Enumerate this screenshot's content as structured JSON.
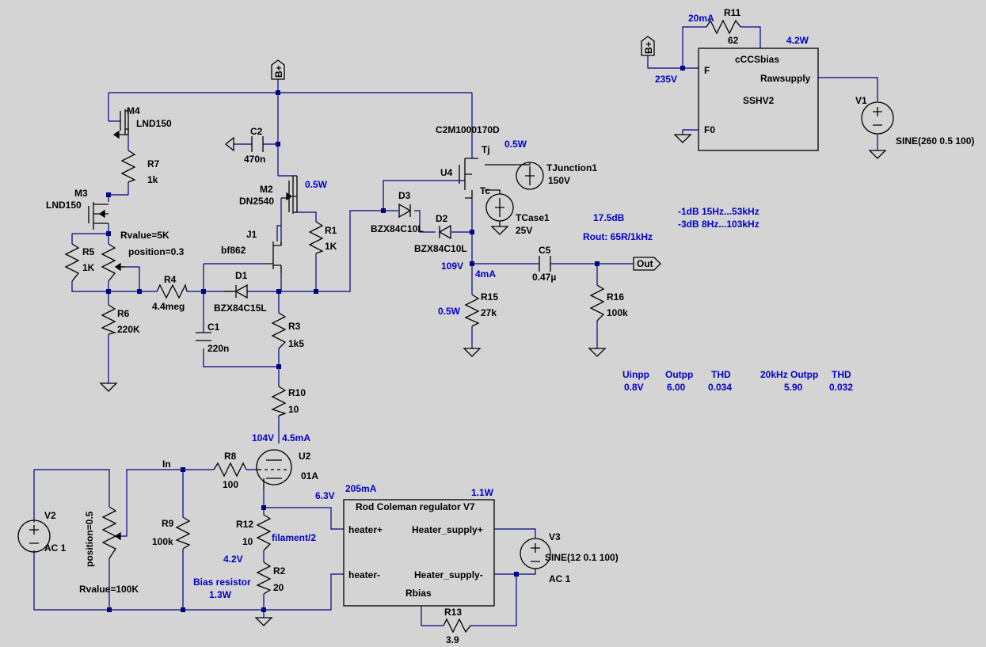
{
  "components": {
    "M4": {
      "ref": "M4",
      "val": "LND150"
    },
    "M3": {
      "ref": "M3",
      "val": "LND150"
    },
    "M2": {
      "ref": "M2",
      "val": "DN2540",
      "power": "0.5W"
    },
    "J1": {
      "ref": "J1",
      "val": "bf862"
    },
    "R7": {
      "ref": "R7",
      "val": "1k"
    },
    "R5": {
      "ref": "R5",
      "val": "1K"
    },
    "R6": {
      "ref": "R6",
      "val": "220K"
    },
    "R4": {
      "ref": "R4",
      "val": "4.4meg"
    },
    "R1": {
      "ref": "R1",
      "val": "1K"
    },
    "R3": {
      "ref": "R3",
      "val": "1k5"
    },
    "R10": {
      "ref": "R10",
      "val": "10"
    },
    "R8": {
      "ref": "R8",
      "val": "100"
    },
    "R9": {
      "ref": "R9",
      "val": "100k"
    },
    "R12": {
      "ref": "R12",
      "val": "10",
      "note": "filament/2"
    },
    "R2": {
      "ref": "R2",
      "val": "20"
    },
    "R13": {
      "ref": "R13",
      "val": "3.9"
    },
    "R15": {
      "ref": "R15",
      "val": "27k",
      "power": "0.5W"
    },
    "R16": {
      "ref": "R16",
      "val": "100k"
    },
    "R11": {
      "ref": "R11",
      "val": "62",
      "current": "20mA"
    },
    "C1": {
      "ref": "C1",
      "val": "220n"
    },
    "C2": {
      "ref": "C2",
      "val": "470n"
    },
    "C5": {
      "ref": "C5",
      "val": "0.47µ"
    },
    "D1": {
      "ref": "D1",
      "val": "BZX84C15L"
    },
    "D2": {
      "ref": "D2",
      "val": "BZX84C10L"
    },
    "D3": {
      "ref": "D3",
      "val": "BZX84C10L"
    },
    "U4": {
      "ref": "U4",
      "val": "C2M1000170D",
      "power": "0.5W",
      "tj": "Tj",
      "tc": "Tc"
    },
    "U2": {
      "ref": "U2",
      "val": "01A"
    },
    "V1": {
      "ref": "V1",
      "val": "SINE(260 0.5 100)"
    },
    "V2": {
      "ref": "V2",
      "val": "AC 1"
    },
    "V3": {
      "ref": "V3",
      "val": "SINE(12 0.1 100)",
      "ac": "AC 1"
    },
    "TJ": {
      "ref": "TJunction1",
      "val": "150V"
    },
    "TC": {
      "ref": "TCase1",
      "val": "25V"
    },
    "pot1": {
      "rvalue": "Rvalue=5K",
      "position": "position=0.3"
    },
    "pot2": {
      "rvalue": "Rvalue=100K",
      "position": "position=0.5"
    }
  },
  "blocks": {
    "ccs": {
      "title": "cCCSbias",
      "sub": "SSHV2",
      "pin_f": "F",
      "pin_f0": "F0",
      "pin_raw": "Rawsupply",
      "power": "4.2W"
    },
    "reg": {
      "title": "Rod Coleman regulator V7",
      "pin_hp": "heater+",
      "pin_hm": "heater-",
      "pin_sp": "Heater_supply+",
      "pin_sm": "Heater_supply-",
      "pin_rb": "Rbias",
      "power": "1.1W"
    }
  },
  "flags": {
    "bplus": "B+",
    "in": "In",
    "out": "Out"
  },
  "annotations": {
    "v235": "235V",
    "v109": "109V",
    "i4": "4mA",
    "v104": "104V",
    "i45": "4.5mA",
    "v63": "6.3V",
    "i205": "205mA",
    "v42": "4.2V",
    "bias_res": "Bias resistor",
    "bias_pow": "1.3W",
    "gain": "17.5dB",
    "rout": "Rout: 65R/1kHz",
    "bw1": "-1dB  15Hz...53kHz",
    "bw2": "-3dB  8Hz...103kHz"
  },
  "measurements": {
    "headers": [
      "Uinpp",
      "Outpp",
      "THD",
      "20kHz Outpp",
      "THD"
    ],
    "values": [
      "0.8V",
      "6.00",
      "0.034",
      "5.90",
      "0.032"
    ]
  },
  "colors": {
    "background": "#d4d4d4",
    "wire": "#000080",
    "annotation": "#0000c8",
    "symbol": "#000000"
  }
}
